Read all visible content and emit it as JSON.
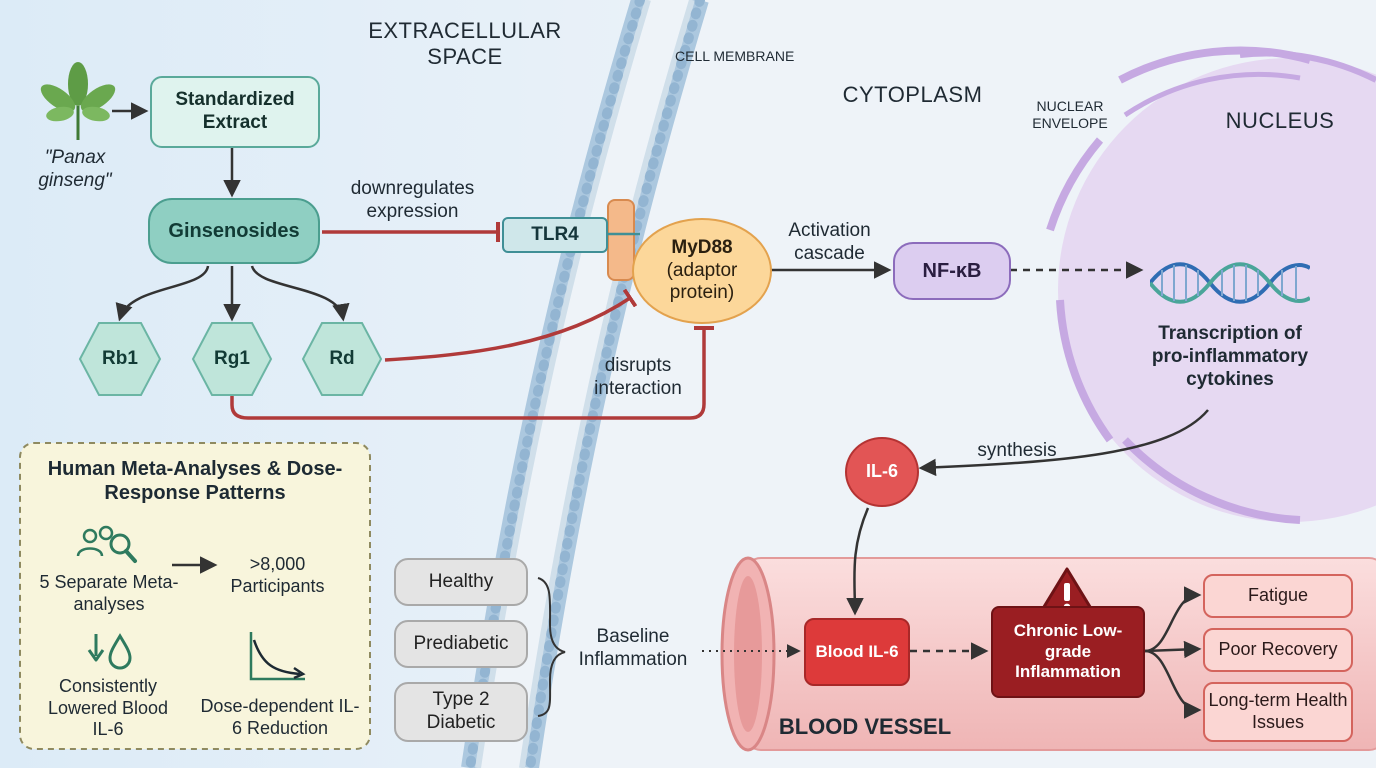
{
  "regions": {
    "extracellular": "EXTRACELLULAR SPACE",
    "cell_membrane": "CELL MEMBRANE",
    "cytoplasm": "CYTOPLASM",
    "nuclear_envelope": "NUCLEAR ENVELOPE",
    "nucleus": "NUCLEUS",
    "blood_vessel": "BLOOD VESSEL"
  },
  "source": {
    "plant": "\"Panax ginseng\"",
    "extract": "Standardized Extract",
    "ginsenosides": "Ginsenosides",
    "subtypes": [
      "Rb1",
      "Rg1",
      "Rd"
    ]
  },
  "pathway": {
    "downregulates": "downregulates expression",
    "tlr4": "TLR4",
    "myd88_title": "MyD88",
    "myd88_sub": "(adaptor protein)",
    "disrupts": "disrupts interaction",
    "activation": "Activation cascade",
    "nfkb": "NF-κB",
    "transcription": "Transcription of pro-inflammatory cytokines",
    "synthesis": "synthesis",
    "il6": "IL-6",
    "blood_il6": "Blood IL-6",
    "chronic": "Chronic Low-grade Inflammation",
    "effects": [
      "Fatigue",
      "Poor Recovery",
      "Long-term Health Issues"
    ]
  },
  "baseline": {
    "populations": [
      "Healthy",
      "Prediabetic",
      "Type 2 Diabetic"
    ],
    "label": "Baseline Inflammation"
  },
  "panel": {
    "title": "Human Meta-Analyses & Dose-Response Patterns",
    "meta": "5 Separate Meta-analyses",
    "participants": ">8,000 Participants",
    "lowered": "Consistently Lowered Blood IL-6",
    "dose": "Dose-dependent IL-6 Reduction"
  },
  "colors": {
    "inhibit": "#b03a3a",
    "teal": "#5aa99a",
    "purple": "#b79bd8",
    "vessel": "#f4c4c4",
    "panel_bg": "#f8f5dc"
  },
  "icons": [
    "leaf-icon",
    "people-search-icon",
    "down-arrow-drop-icon",
    "dose-curve-icon",
    "warning-icon",
    "dna-icon"
  ]
}
